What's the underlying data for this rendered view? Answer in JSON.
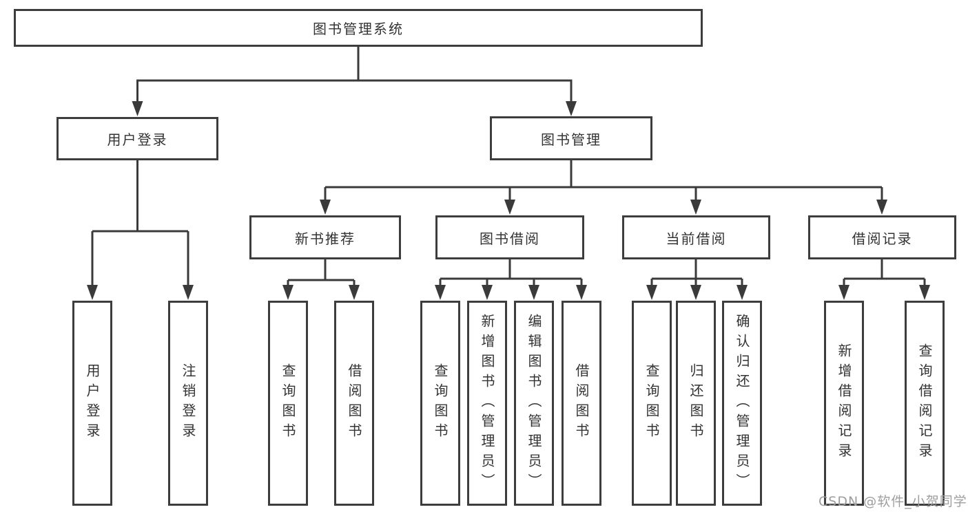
{
  "tree": {
    "root": {
      "label": "图书管理系统",
      "children": [
        {
          "label": "用户登录",
          "children": [
            {
              "label": "用户登录"
            },
            {
              "label": "注销登录"
            }
          ]
        },
        {
          "label": "图书管理",
          "children": [
            {
              "label": "新书推荐",
              "children": [
                {
                  "label": "查询图书"
                },
                {
                  "label": "借阅图书"
                }
              ]
            },
            {
              "label": "图书借阅",
              "children": [
                {
                  "label": "查询图书"
                },
                {
                  "label": "新增图书（管理员）"
                },
                {
                  "label": "编辑图书（管理员）"
                },
                {
                  "label": "借阅图书"
                }
              ]
            },
            {
              "label": "当前借阅",
              "children": [
                {
                  "label": "查询图书"
                },
                {
                  "label": "归还图书"
                },
                {
                  "label": "确认归还（管理员）"
                }
              ]
            },
            {
              "label": "借阅记录",
              "children": [
                {
                  "label": "新增借阅记录"
                },
                {
                  "label": "查询借阅记录"
                }
              ]
            }
          ]
        }
      ]
    }
  },
  "watermark": {
    "text": "CSDN @软件_小贺同学"
  },
  "colors": {
    "line": "#3a3a3a",
    "border": "#3d3d3d",
    "text": "#333333",
    "watermark": "#9e9e9e",
    "background": "#ffffff"
  }
}
